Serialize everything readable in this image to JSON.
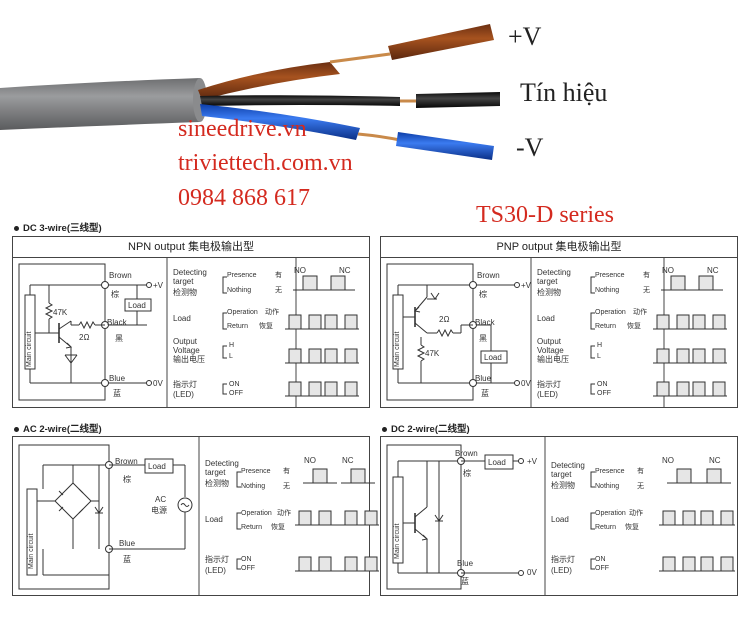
{
  "cable_labels": {
    "plus_v": "+V",
    "signal": "Tín hiệu",
    "minus_v": "-V"
  },
  "watermark": {
    "site1": "sineedrive.vn",
    "site2": "triviettech.com.vn",
    "phone": "0984 868 617"
  },
  "series_title": "TS30-D series",
  "sections": {
    "dc3": {
      "heading": "DC 3-wire(三线型)",
      "npn": {
        "title": "NPN output 集电极输出型",
        "brown": "Brown",
        "brown_cn": "棕",
        "black": "Black",
        "black_cn": "黑",
        "blue": "Blue",
        "blue_cn": "蓝",
        "plus_v": "+V",
        "zero_v": "0V",
        "load": "Load",
        "r1": "47K",
        "r2": "2Ω",
        "main_circuit": "Main circuit"
      },
      "pnp": {
        "title": "PNP output 集电极输出型",
        "brown": "Brown",
        "brown_cn": "棕",
        "black": "Black",
        "black_cn": "黑",
        "blue": "Blue",
        "blue_cn": "蓝",
        "plus_v": "+V",
        "zero_v": "0V",
        "load": "Load",
        "r1": "47K",
        "r2": "2Ω",
        "main_circuit": "Main circuit"
      }
    },
    "ac2": {
      "heading": "AC 2-wire(二线型)",
      "brown": "Brown",
      "brown_cn": "棕",
      "blue": "Blue",
      "blue_cn": "蓝",
      "load": "Load",
      "ac": "AC",
      "ac_cn": "电源",
      "main_circuit": "Main circuit"
    },
    "dc2": {
      "heading": "DC 2-wire(二线型)",
      "brown": "Brown",
      "brown_cn": "棕",
      "blue": "Blue",
      "blue_cn": "蓝",
      "load": "Load",
      "plus_v": "+V",
      "zero_v": "0V",
      "main_circuit": "Main circuit"
    }
  },
  "timing": {
    "no": "NO",
    "nc": "NC",
    "detecting": "Detecting",
    "target": "target",
    "detecting_cn": "检测物",
    "presence": "Presence",
    "presence_cn": "有",
    "nothing": "Nothing",
    "nothing_cn": "无",
    "load": "Load",
    "operation": "Operation",
    "operation_cn": "动作",
    "return": "Return",
    "return_cn": "恢复",
    "output": "Output",
    "voltage": "Voltage",
    "output_cn": "输出电压",
    "h": "H",
    "l": "L",
    "indicator_cn": "指示灯",
    "led": "(LED)",
    "on": "ON",
    "off": "OFF"
  }
}
